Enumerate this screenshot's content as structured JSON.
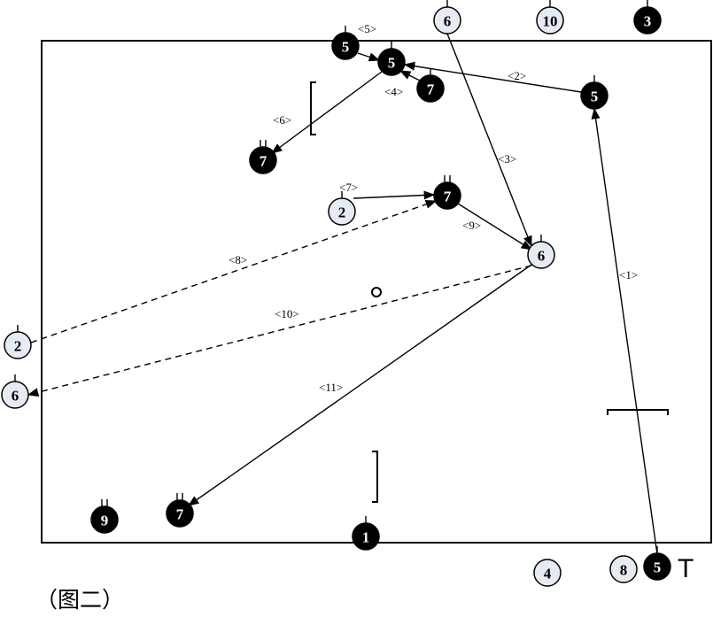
{
  "caption": "（图二）",
  "coach_mark": "T",
  "players": [
    {
      "id": "p5-top",
      "number": "5",
      "team": "dark"
    },
    {
      "id": "p5-upper",
      "number": "5",
      "team": "dark"
    },
    {
      "id": "p7-near-5",
      "number": "7",
      "team": "dark"
    },
    {
      "id": "p5-right",
      "number": "5",
      "team": "dark"
    },
    {
      "id": "p7-left",
      "number": "7",
      "team": "dark"
    },
    {
      "id": "p2-mid",
      "number": "2",
      "team": "light"
    },
    {
      "id": "p7-center",
      "number": "7",
      "team": "dark"
    },
    {
      "id": "p6-center",
      "number": "6",
      "team": "light"
    },
    {
      "id": "p2-left",
      "number": "2",
      "team": "light"
    },
    {
      "id": "p6-left",
      "number": "6",
      "team": "light"
    },
    {
      "id": "p7-bottom",
      "number": "7",
      "team": "dark"
    },
    {
      "id": "p9",
      "number": "9",
      "team": "dark"
    },
    {
      "id": "p1",
      "number": "1",
      "team": "dark"
    },
    {
      "id": "p6-top",
      "number": "6",
      "team": "light"
    },
    {
      "id": "p10",
      "number": "10",
      "team": "light"
    },
    {
      "id": "p3",
      "number": "3",
      "team": "dark"
    },
    {
      "id": "p4",
      "number": "4",
      "team": "light"
    },
    {
      "id": "p8",
      "number": "8",
      "team": "light"
    },
    {
      "id": "p5-bottom",
      "number": "5",
      "team": "dark"
    }
  ],
  "steps": [
    {
      "label": "<1>",
      "style": "solid"
    },
    {
      "label": "<2>",
      "style": "solid"
    },
    {
      "label": "<3>",
      "style": "solid"
    },
    {
      "label": "<4>",
      "style": "solid"
    },
    {
      "label": "<5>",
      "style": "solid"
    },
    {
      "label": "<6>",
      "style": "solid"
    },
    {
      "label": "<7>",
      "style": "solid"
    },
    {
      "label": "<8>",
      "style": "dashed"
    },
    {
      "label": "<9>",
      "style": "solid"
    },
    {
      "label": "<10>",
      "style": "dashed"
    },
    {
      "label": "<11>",
      "style": "solid"
    }
  ]
}
